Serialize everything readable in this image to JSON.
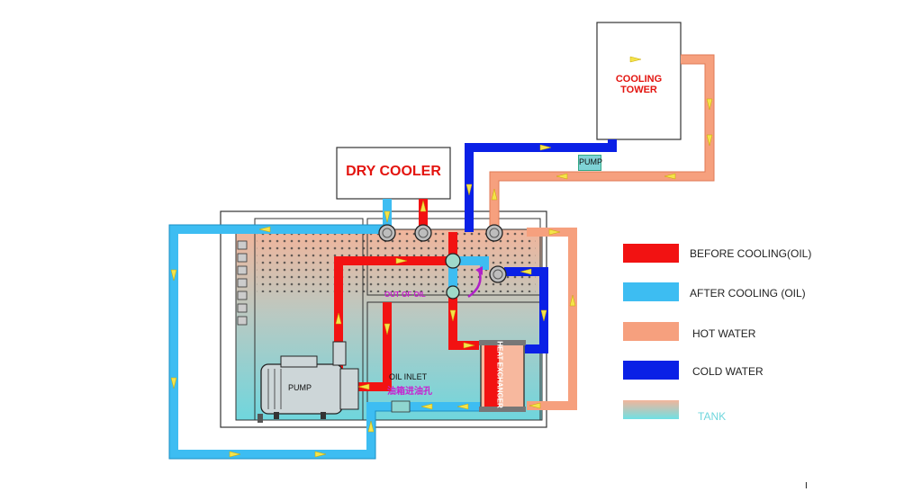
{
  "diagram": {
    "cooling_tower_label": "COOLING TOWER",
    "dry_cooler_label": "DRY COOLER",
    "small_pump_label": "PUMP",
    "main_pump_label": "PUMP",
    "out_of_oil_label": "OUT OF OIL",
    "oil_inlet_label": "OIL INLET",
    "oil_inlet_cn_label": "油箱进油孔",
    "heat_exchanger_label": "HEAT EXCHANGER"
  },
  "legend": [
    {
      "label": "BEFORE COOLING(OIL)",
      "color": "#f21212"
    },
    {
      "label": "AFTER COOLING  (OIL)",
      "color": "#3dbdf2"
    },
    {
      "label": "HOT WATER",
      "color": "#f6a07e"
    },
    {
      "label": "COLD WATER",
      "color": "#0a20e6"
    },
    {
      "label": "TANK",
      "color": "#7fd9df"
    }
  ],
  "colors": {
    "hot_oil": "#f21212",
    "cool_oil": "#3dbdf2",
    "hot_water": "#f6a07e",
    "cold_water": "#0a20e6",
    "tank": "#7fd9df",
    "arrow": "#f4e34a"
  },
  "footer_mark": "I"
}
